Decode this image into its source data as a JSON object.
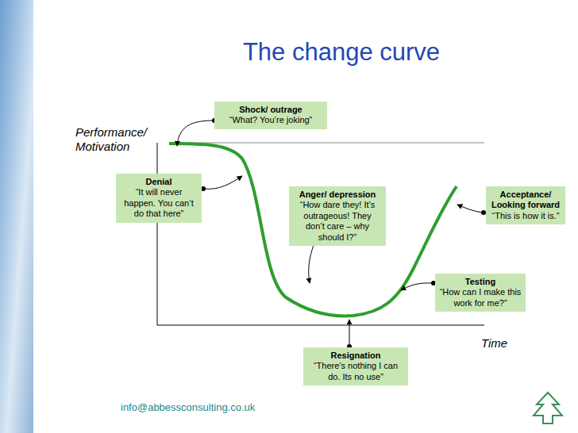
{
  "diagram": {
    "title": "The change curve",
    "nodes": [
      {
        "text": [
          "Shock/ outrage",
          "“What?  You’re joking”"
        ]
      },
      {
        "text": [
          "Denial",
          "“It will never happen.  You can’t do that here”"
        ]
      },
      {
        "text": [
          "Anger/ depression",
          "“How dare they!  It’s outrageous!  They don’t care – why should I?”"
        ]
      },
      {
        "text": [
          "Acceptance/ Looking forward",
          "“This is how it is.”"
        ]
      },
      {
        "text": [
          "Testing",
          "“How can I make this work for me?”"
        ]
      },
      {
        "text": [
          "Resignation",
          "“There’s nothing I can do.  Its no use”"
        ]
      }
    ],
    "labels": [
      "Performance/ Motivation",
      "Time",
      "info@abbessconsulting.co.uk"
    ]
  }
}
